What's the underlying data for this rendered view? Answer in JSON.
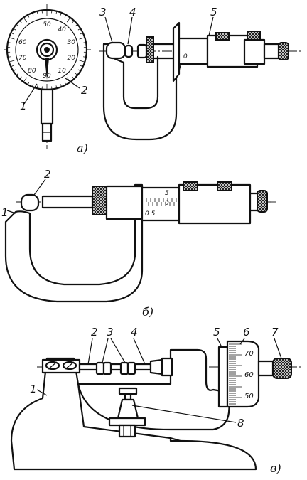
{
  "captions": {
    "a": "а)",
    "b": "б)",
    "c": "в)"
  },
  "fig_a": {
    "dial_numbers": [
      "50",
      "40",
      "30",
      "20",
      "10",
      "90",
      "80",
      "70",
      "60"
    ],
    "labels": {
      "l1": "1",
      "l2": "2",
      "l3": "3",
      "l4": "4",
      "l5": "5"
    },
    "scale_mark": "0"
  },
  "fig_b": {
    "labels": {
      "l1": "1",
      "l2": "2"
    },
    "sleeve_top": "5",
    "sleeve_mid": "0",
    "sleeve_bottom": "0 5"
  },
  "fig_c": {
    "labels": {
      "l1": "1",
      "l2": "2",
      "l3": "3",
      "l4": "4",
      "l5": "5",
      "l6": "6",
      "l7": "7",
      "l8": "8"
    },
    "drum_numbers": [
      "70",
      "60",
      "50"
    ]
  },
  "colors": {
    "ink": "#111111",
    "paper": "#ffffff"
  }
}
